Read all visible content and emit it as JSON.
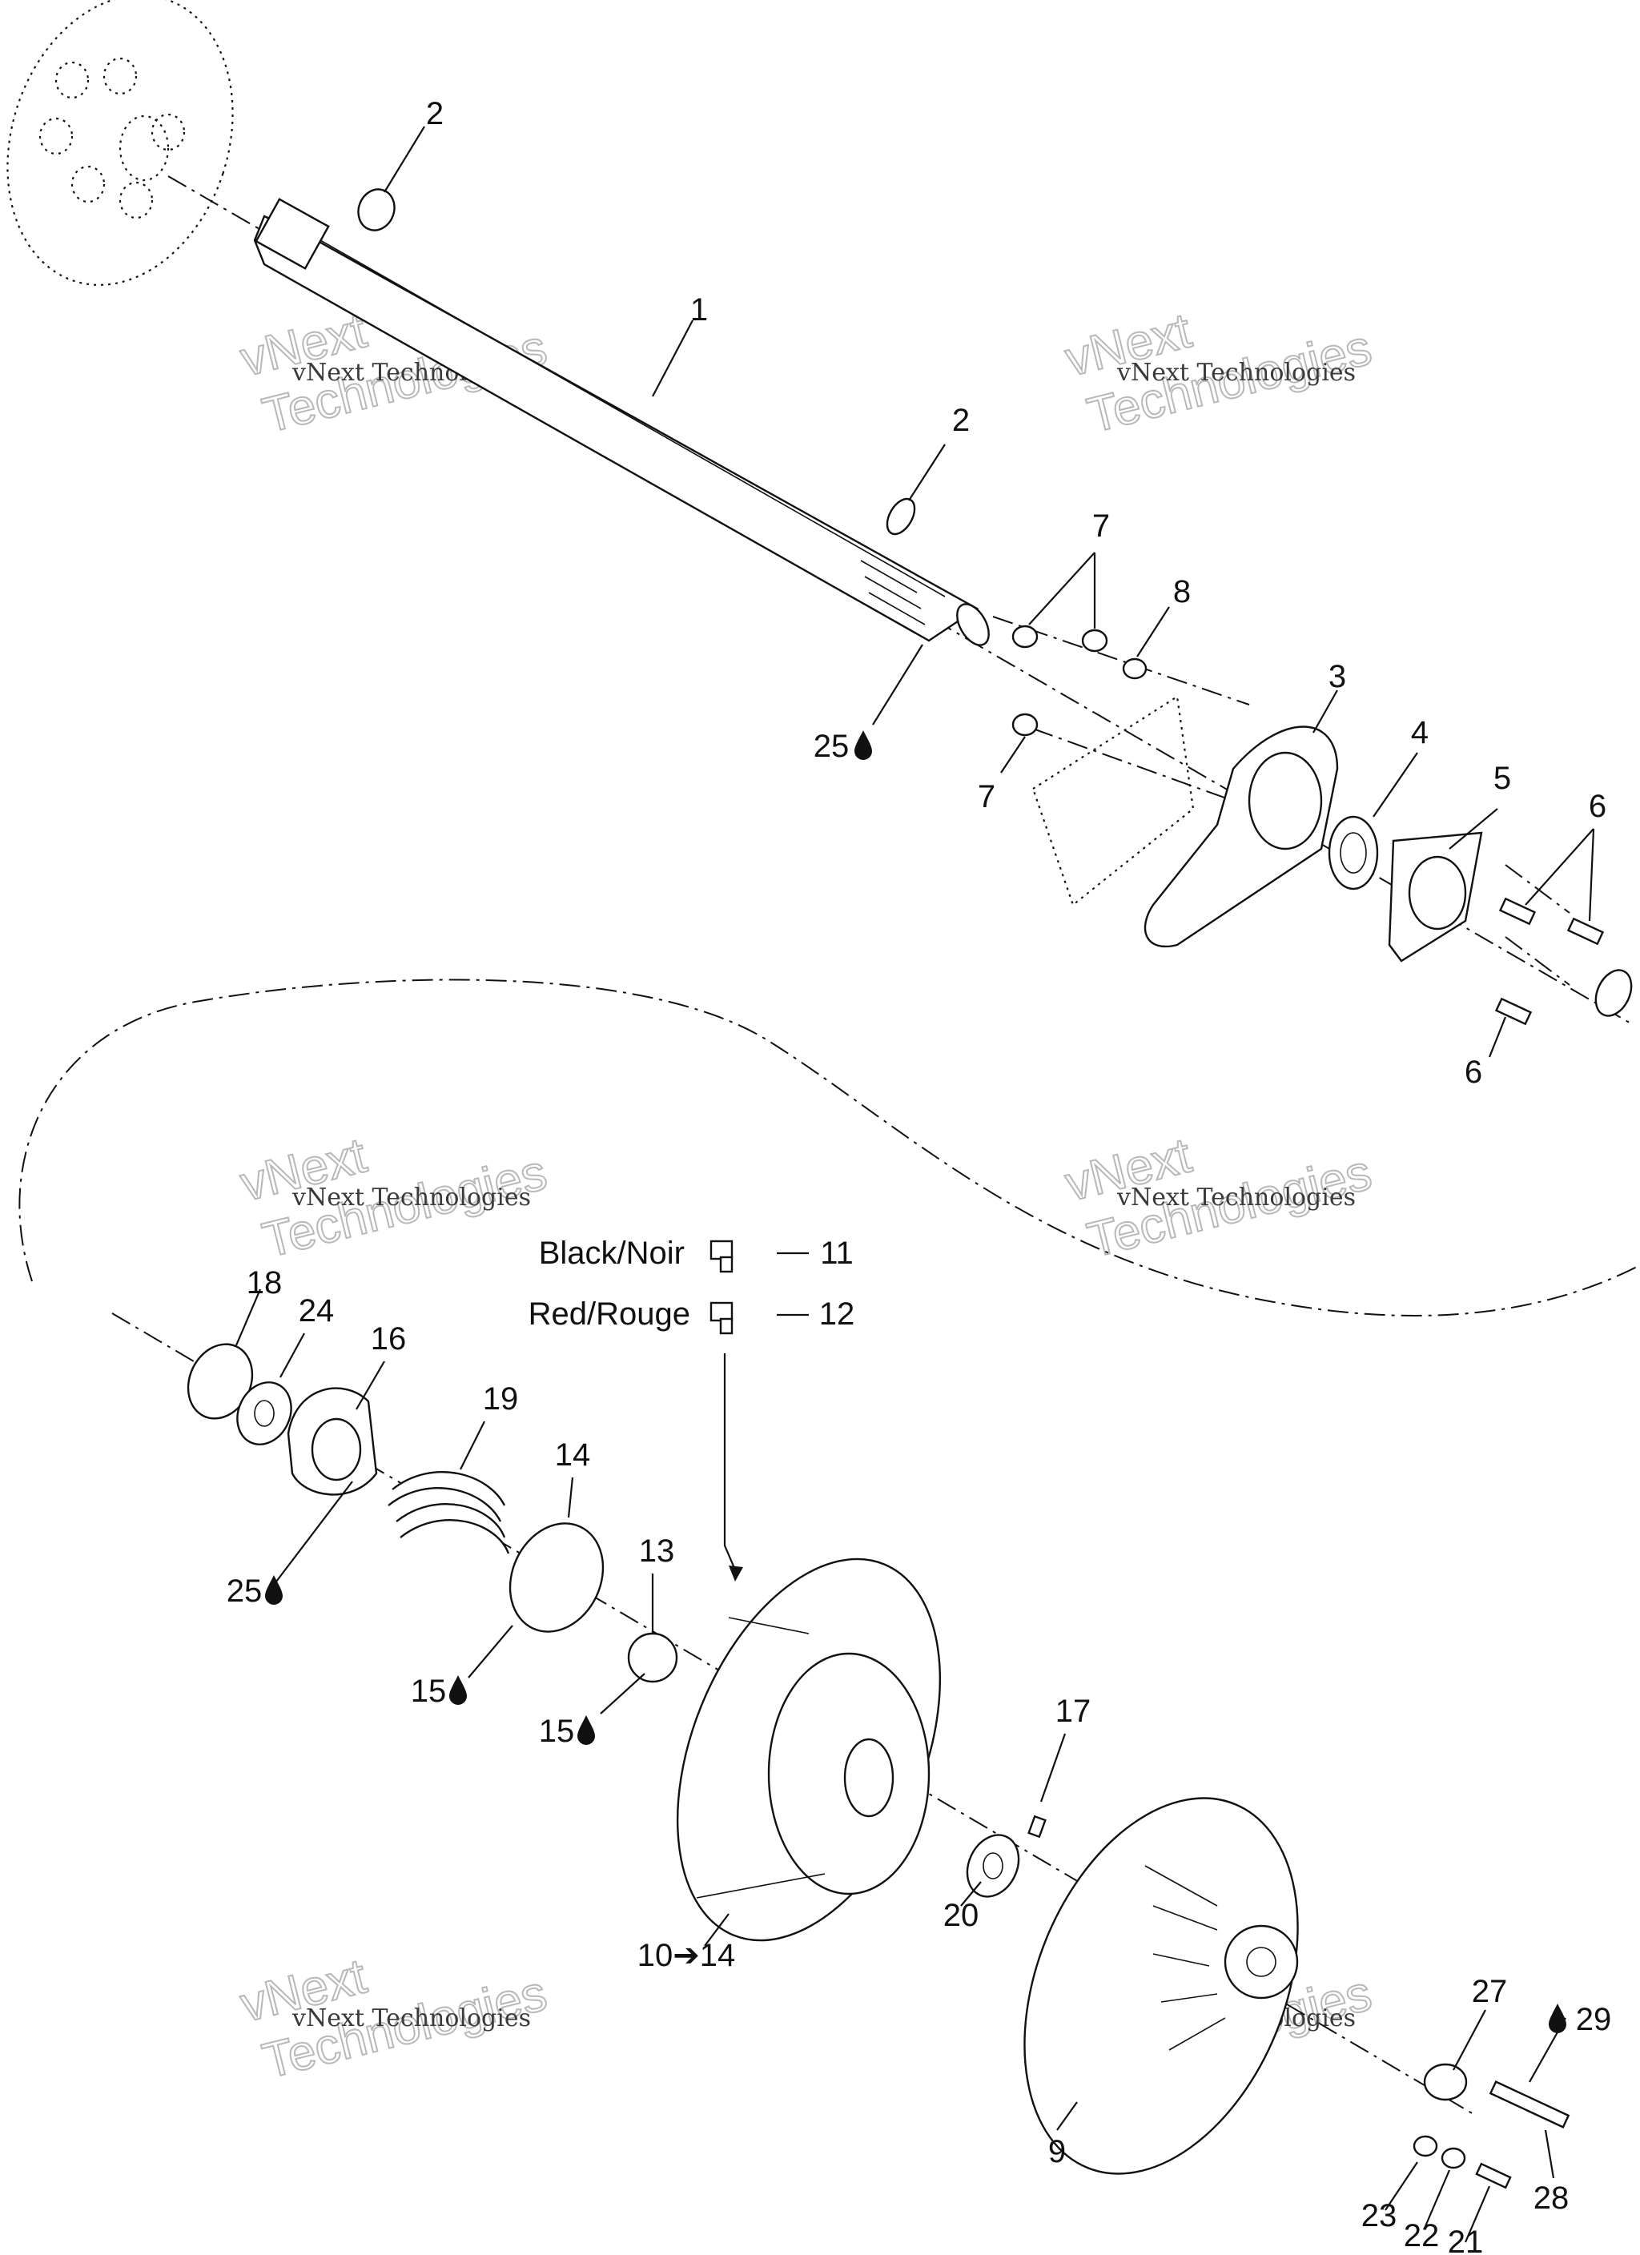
{
  "callouts": {
    "c1": "1",
    "c2a": "2",
    "c2b": "2",
    "c3": "3",
    "c4": "4",
    "c5": "5",
    "c6a": "6",
    "c6b": "6",
    "c7a": "7",
    "c7b": "7",
    "c8": "8",
    "c9": "9",
    "c10": "10➔14",
    "c11": "11",
    "c12": "12",
    "c13": "13",
    "c14": "14",
    "c15a": "15",
    "c15b": "15",
    "c16": "16",
    "c17": "17",
    "c18": "18",
    "c19": "19",
    "c20": "20",
    "c21": "21",
    "c22": "22",
    "c23": "23",
    "c24": "24",
    "c25a": "25",
    "c25b": "25",
    "c27": "27",
    "c28": "28",
    "c29": "29"
  },
  "color_labels": {
    "black": "Black/Noir",
    "red": "Red/Rouge"
  },
  "watermark": {
    "line1": "vNext Technologies",
    "line2a": "vNext",
    "line2b": "Technologies"
  },
  "icons": {
    "lubricant": "oil-drop-icon",
    "range_arrow": "arrow-right-icon"
  },
  "colors": {
    "ink": "#111111",
    "watermark": "#b8b8b8",
    "background": "#ffffff"
  }
}
